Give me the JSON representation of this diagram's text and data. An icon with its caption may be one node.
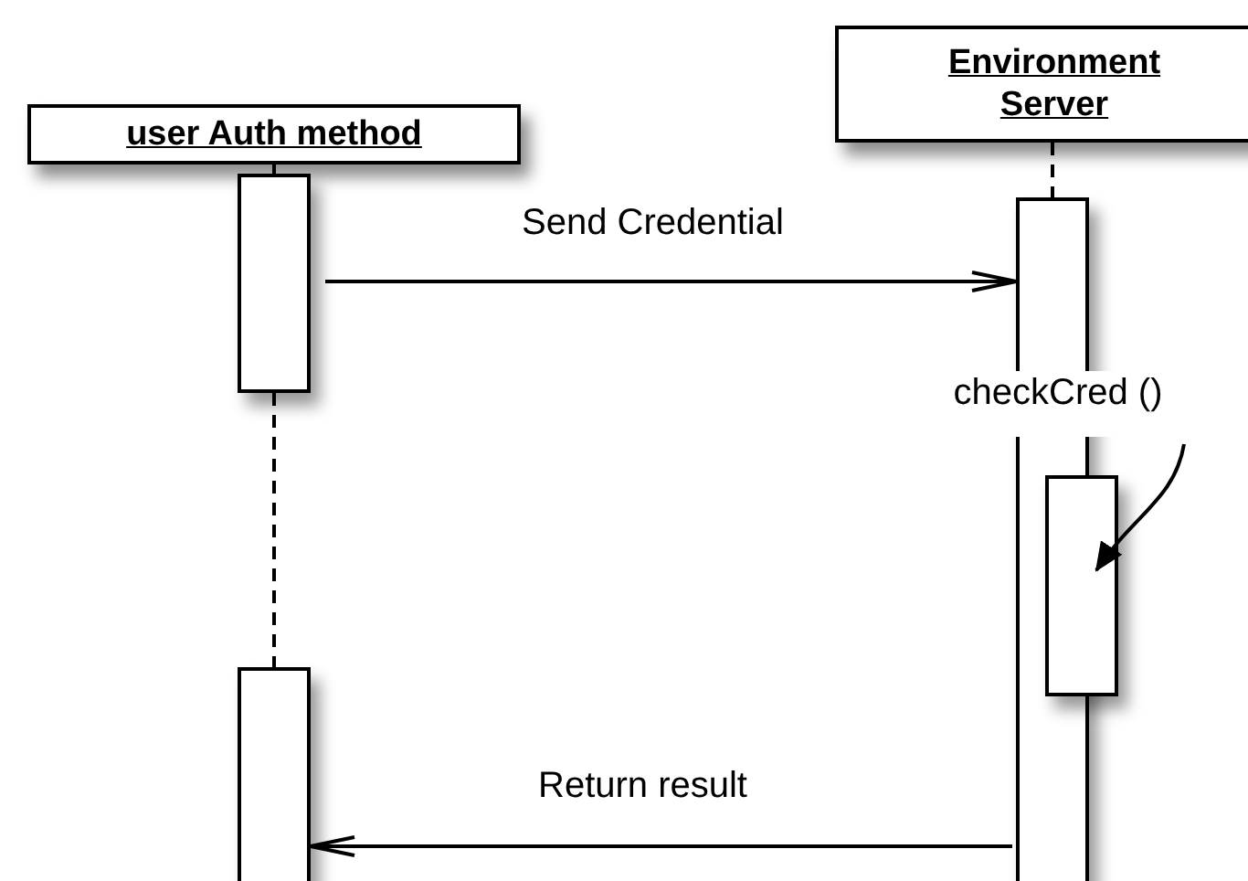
{
  "diagram": {
    "nodes": [
      {
        "text": [
          "user Auth method"
        ]
      },
      {
        "text": [
          "Environment Server"
        ]
      },
      {
        "text": [],
        "shape": "bar"
      },
      {
        "text": [],
        "shape": "bar"
      },
      {
        "text": [],
        "shape": "bar"
      },
      {
        "text": [],
        "shape": "bar"
      },
      {
        "text": [
          "checkCred ()"
        ]
      }
    ],
    "edges": [
      {
        "from": 0,
        "to": 2,
        "arrow": "none",
        "style": "dashed"
      },
      {
        "from": 1,
        "to": 3,
        "arrow": "none",
        "style": "dashed"
      },
      {
        "from": 2,
        "to": 3,
        "arrow": "to",
        "label": "Send Credential"
      },
      {
        "from": 6,
        "to": 4,
        "arrow": "to"
      },
      {
        "from": 2,
        "to": 5,
        "arrow": "none",
        "style": "dashed"
      },
      {
        "from": 3,
        "to": 5,
        "arrow": "to",
        "label": "Return result"
      }
    ]
  }
}
